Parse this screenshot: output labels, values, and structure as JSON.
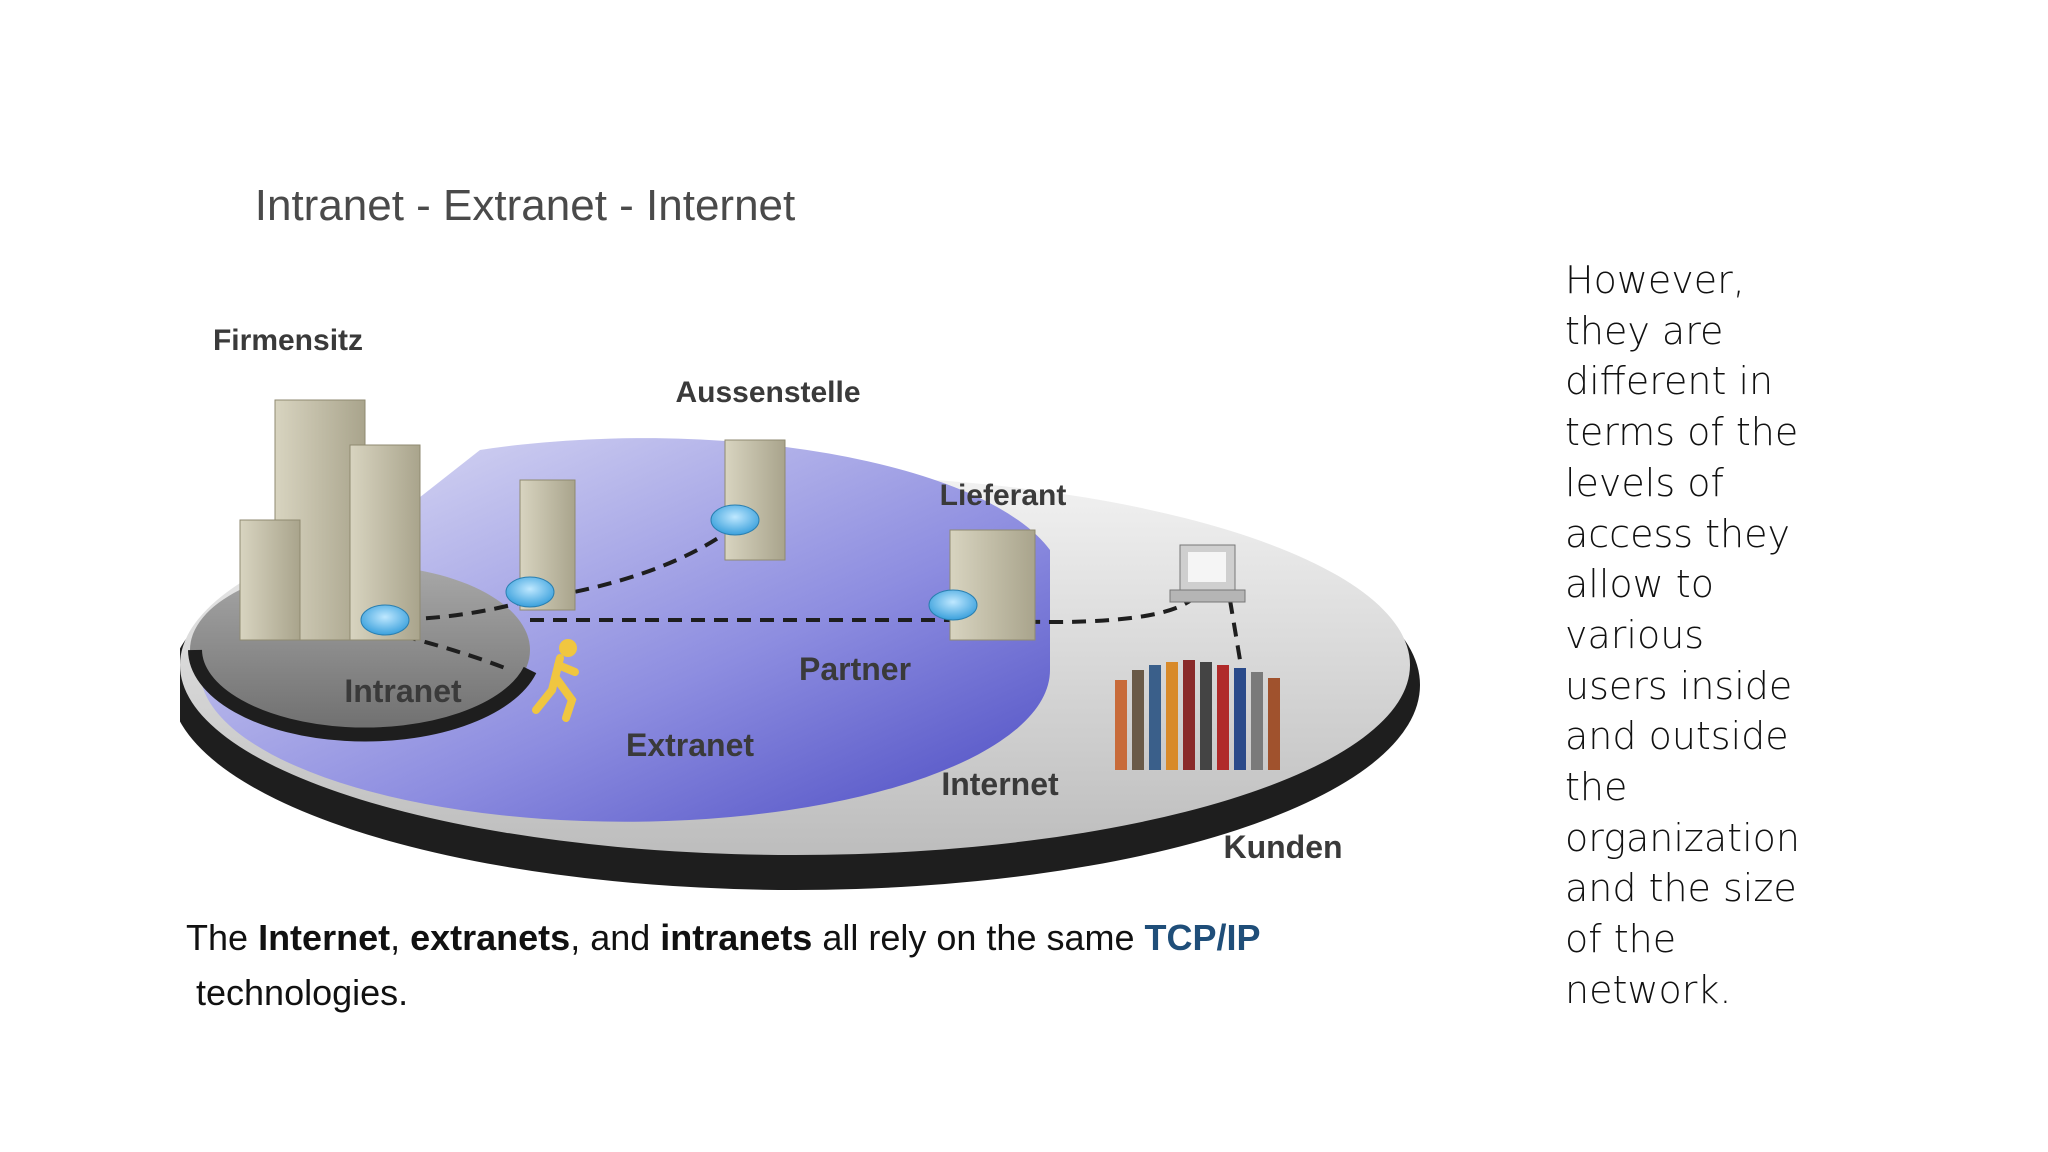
{
  "diagram": {
    "title": "Intranet - Extranet - Internet",
    "labels": {
      "firmensitz": "Firmensitz",
      "aussenstelle": "Aussenstelle",
      "lieferant": "Lieferant",
      "partner": "Partner",
      "intranet": "Intranet",
      "extranet": "Extranet",
      "internet": "Internet",
      "kunden": "Kunden"
    }
  },
  "caption": {
    "the": "The",
    "internet": "Internet",
    "comma1": ",",
    "extranets": "extranets",
    "and": ", and",
    "intranets": "intranets",
    "rely": "all rely on the same",
    "tcpip": "TCP/IP",
    "technologies": "technologies."
  },
  "side_text": {
    "lines": [
      "However,",
      "they are",
      "different in",
      "terms of the",
      "levels of",
      "access they",
      "allow to",
      "various",
      "users inside",
      "and outside",
      "the",
      "organization",
      "and the size",
      "of the",
      "network."
    ]
  },
  "colors": {
    "tcpip": "#1f4e79",
    "extranet_fill": "#6b6bd6",
    "intranet_fill": "#8a8a8a",
    "router": "#5fb8e8"
  }
}
